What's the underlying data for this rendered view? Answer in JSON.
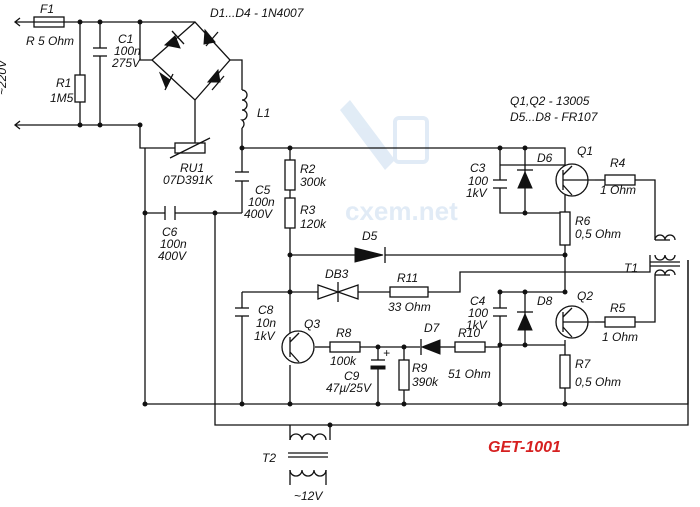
{
  "title": "GET-1001",
  "watermark": "cxem.net",
  "notes": {
    "bridge": "D1...D4 - 1N4007",
    "transistors": "Q1,Q2 - 13005",
    "diodes": "D5...D8 - FR107"
  },
  "mains": "~220V",
  "output": "~12V",
  "labels": {
    "f1": "F1",
    "f1v": "R 5 Ohm",
    "r1": "R1",
    "r1v": "1M5",
    "c1": "C1",
    "c1v1": "100n",
    "c1v2": "275V",
    "l1": "L1",
    "ru1": "RU1",
    "ru1v": "07D391K",
    "c5": "C5",
    "c5v1": "100n",
    "c5v2": "400V",
    "c6": "C6",
    "c6v1": "100n",
    "c6v2": "400V",
    "r2": "R2",
    "r2v": "300k",
    "r3": "R3",
    "r3v": "120k",
    "d5": "D5",
    "db3": "DB3",
    "r11": "R11",
    "r11v": "33 Ohm",
    "c3": "C3",
    "c3v1": "100",
    "c3v2": "1kV",
    "d6": "D6",
    "q1": "Q1",
    "r4": "R4",
    "r4v": "1 Ohm",
    "r6": "R6",
    "r6v": "0,5 Ohm",
    "t1": "T1",
    "c4": "C4",
    "c4v1": "100",
    "c4v2": "1kV",
    "d8": "D8",
    "q2": "Q2",
    "r5": "R5",
    "r5v": "1 Ohm",
    "r7": "R7",
    "r7v": "0,5 Ohm",
    "c8": "C8",
    "c8v1": "10n",
    "c8v2": "1kV",
    "q3": "Q3",
    "r8": "R8",
    "r8v": "100k",
    "d7": "D7",
    "r10": "R10",
    "r10v": "51 Ohm",
    "c9": "C9",
    "c9v": "47µ/25V",
    "c9p": "+",
    "r9": "R9",
    "r9v": "390k",
    "t2": "T2"
  }
}
